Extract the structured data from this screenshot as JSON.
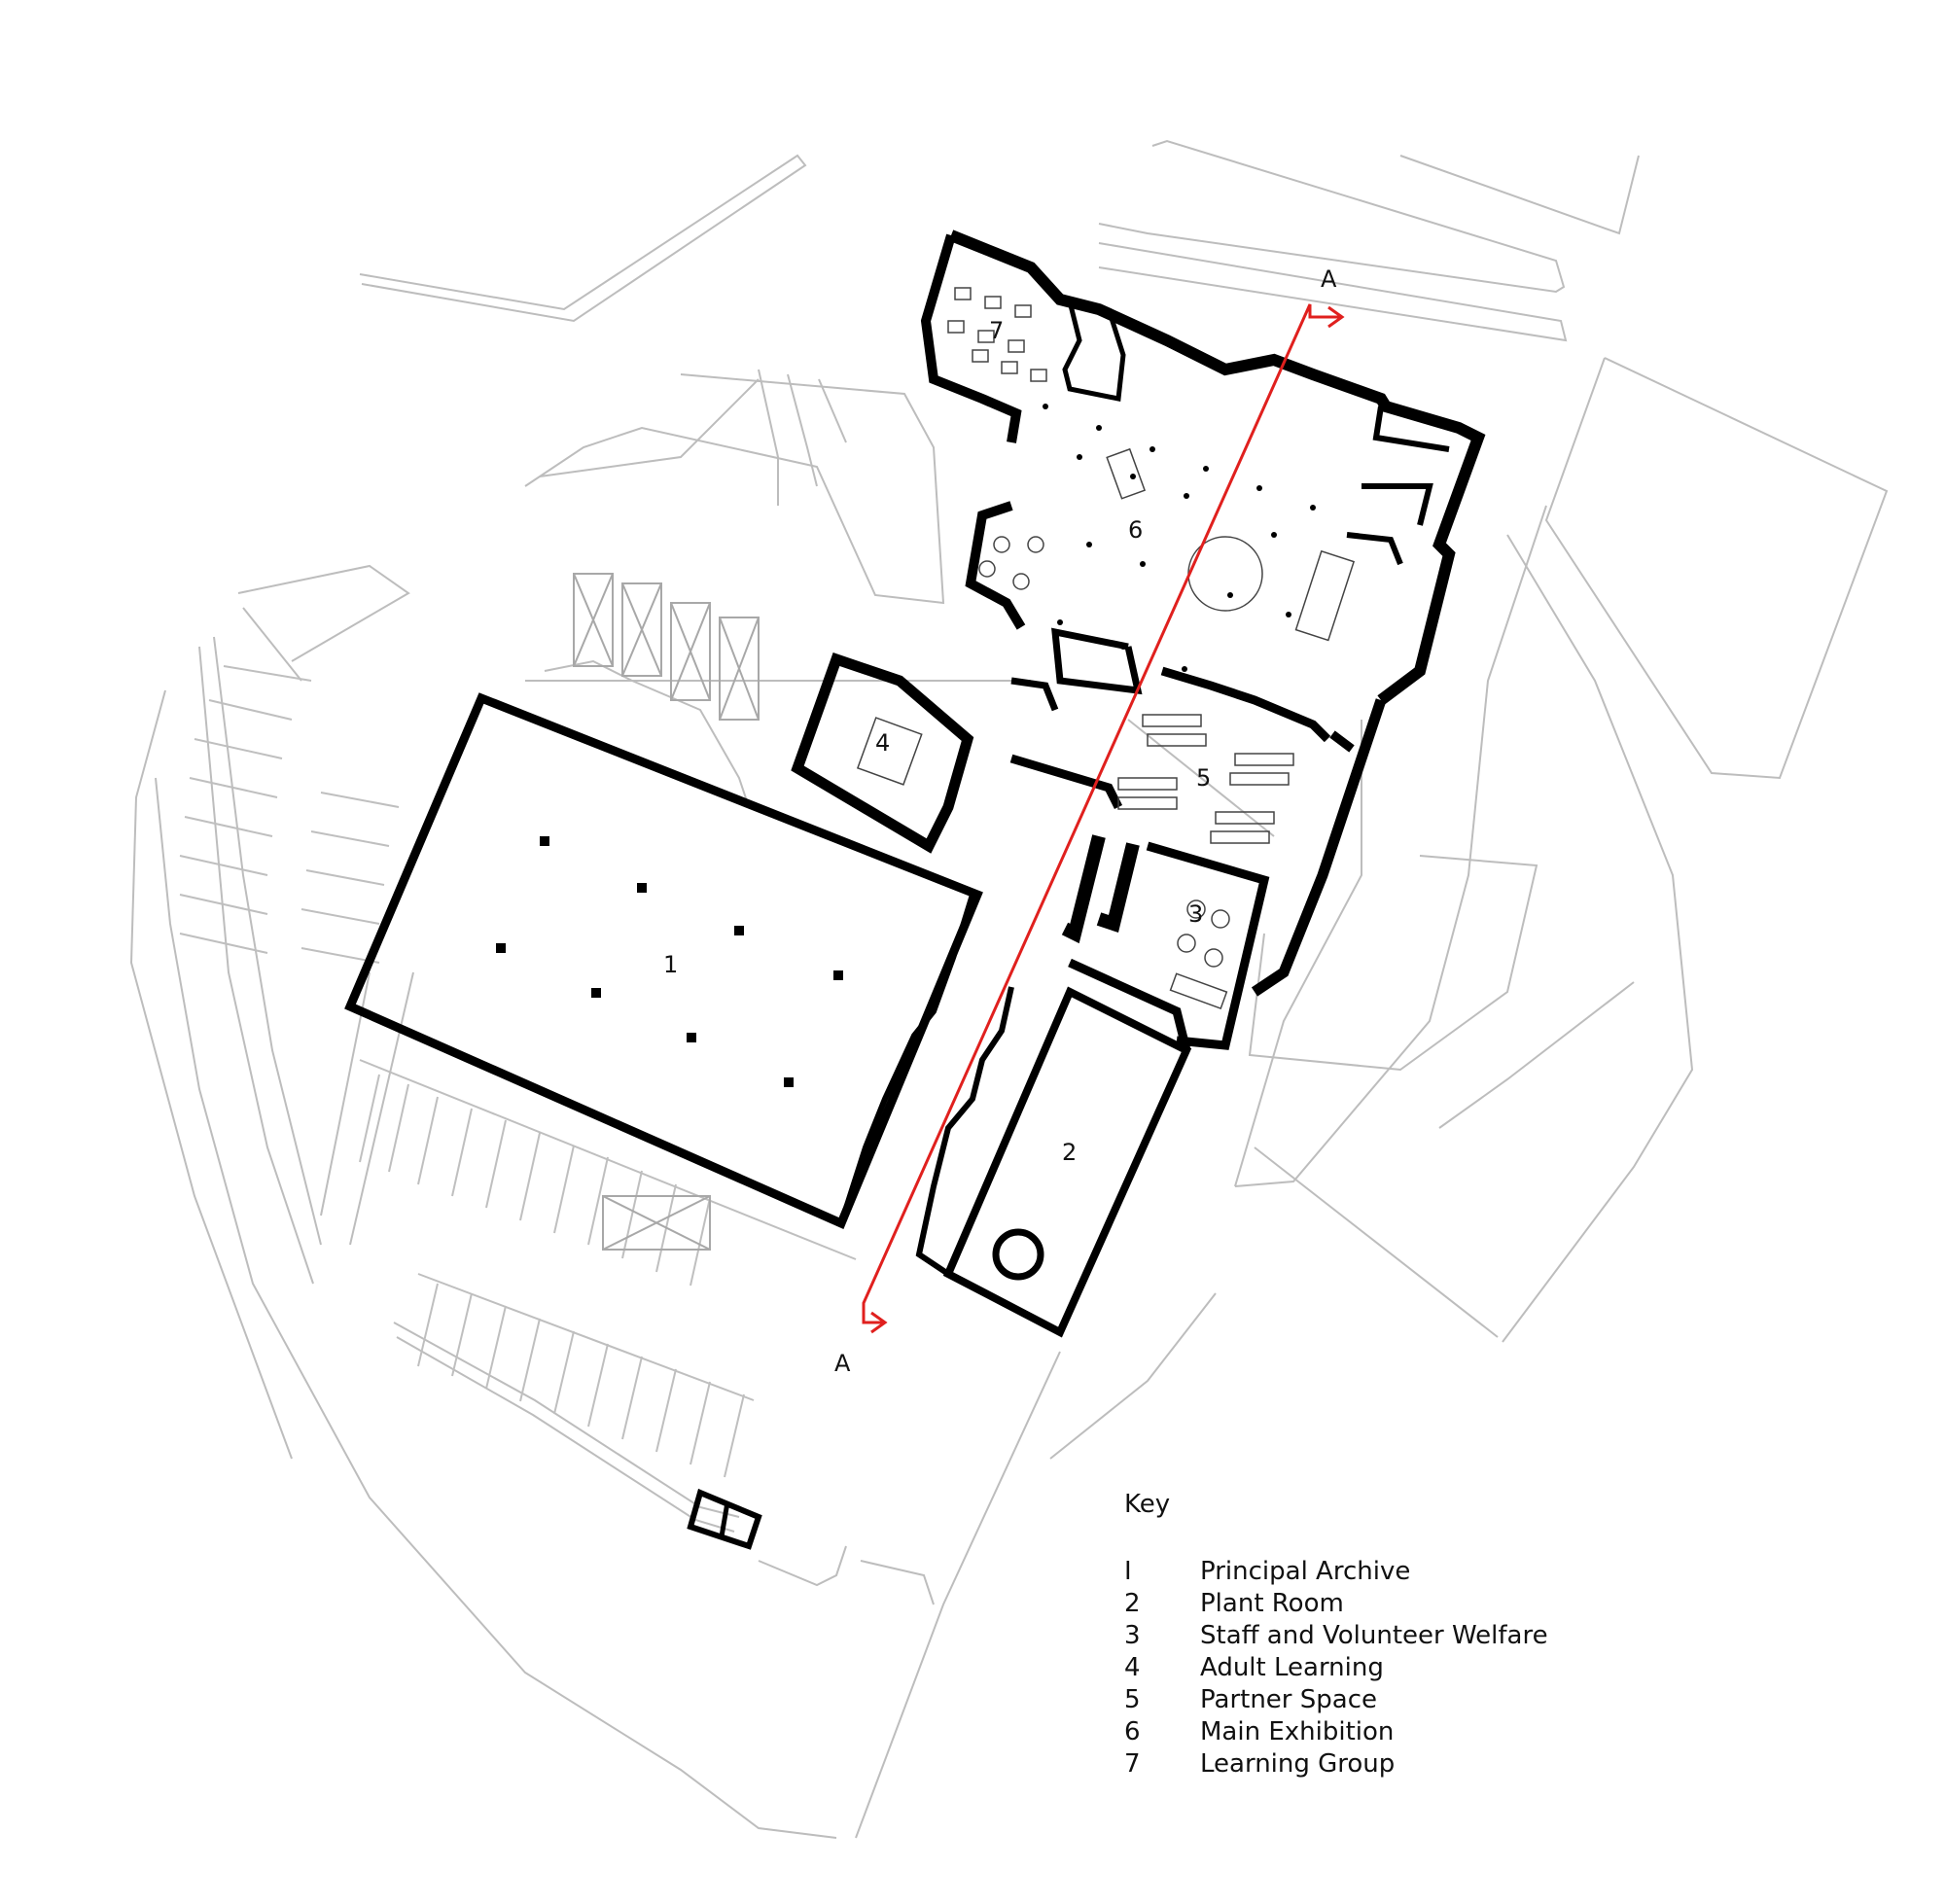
{
  "plan": {
    "section_label_top": "A",
    "section_label_bottom": "A",
    "section_color": "#e0201e",
    "rooms": [
      {
        "num": "1"
      },
      {
        "num": "2"
      },
      {
        "num": "3"
      },
      {
        "num": "4"
      },
      {
        "num": "5"
      },
      {
        "num": "6"
      },
      {
        "num": "7"
      }
    ]
  },
  "key": {
    "title": "Key",
    "items": [
      {
        "num": "I",
        "label": "Principal Archive"
      },
      {
        "num": "2",
        "label": "Plant Room"
      },
      {
        "num": "3",
        "label": "Staff and Volunteer Welfare"
      },
      {
        "num": "4",
        "label": "Adult Learning"
      },
      {
        "num": "5",
        "label": "Partner Space"
      },
      {
        "num": "6",
        "label": "Main Exhibition"
      },
      {
        "num": "7",
        "label": "Learning Group"
      }
    ]
  }
}
